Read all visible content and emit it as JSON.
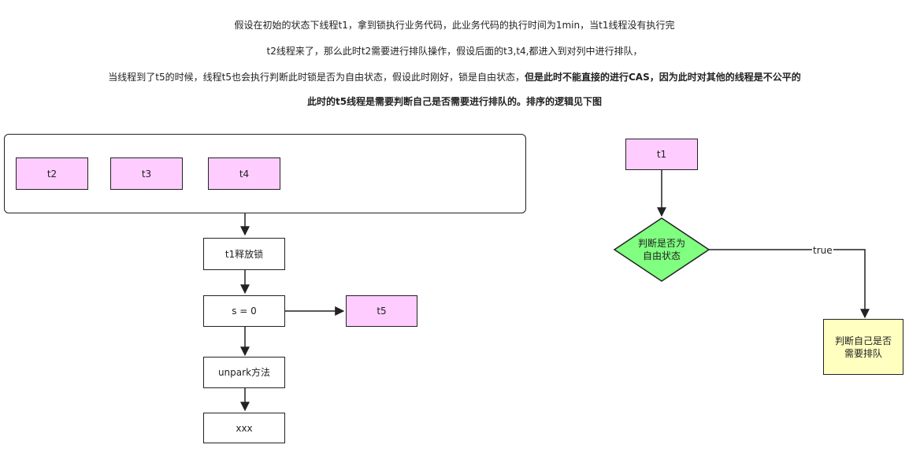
{
  "description": {
    "line1": "假设在初始的状态下线程t1，拿到锁执行业务代码，此业务代码的执行时间为1min，当t1线程没有执行完",
    "line2": "t2线程来了，那么此时t2需要进行排队操作，假设后面的t3,t4,都进入到对列中进行排队，",
    "line3_normal": "当线程到了t5的时候，线程t5也会执行判断此时锁是否为自由状态，假设此时刚好，锁是自由状态，",
    "line3_bold": "但是此时不能直接的进行CAS，因为此时对其他的线程是不公平的",
    "line4_bold": "此时的t5线程是需要判断自己是否需要进行排队的。排序的逻辑见下图"
  },
  "left_flow": {
    "queue": [
      "t2",
      "t3",
      "t4"
    ],
    "release": "t1释放锁",
    "state": "s = 0",
    "t5": "t5",
    "unpark": "unpark方法",
    "end": "xxx"
  },
  "right_flow": {
    "start": "t1",
    "decision": "判断是否为\n自由状态",
    "edge_label": "true",
    "result": "判断自己是否\n需要排队"
  },
  "colors": {
    "thread_fill": "#ffccff",
    "decision_fill": "#80ff80",
    "result_fill": "#ffffc0",
    "stroke": "#222222"
  }
}
